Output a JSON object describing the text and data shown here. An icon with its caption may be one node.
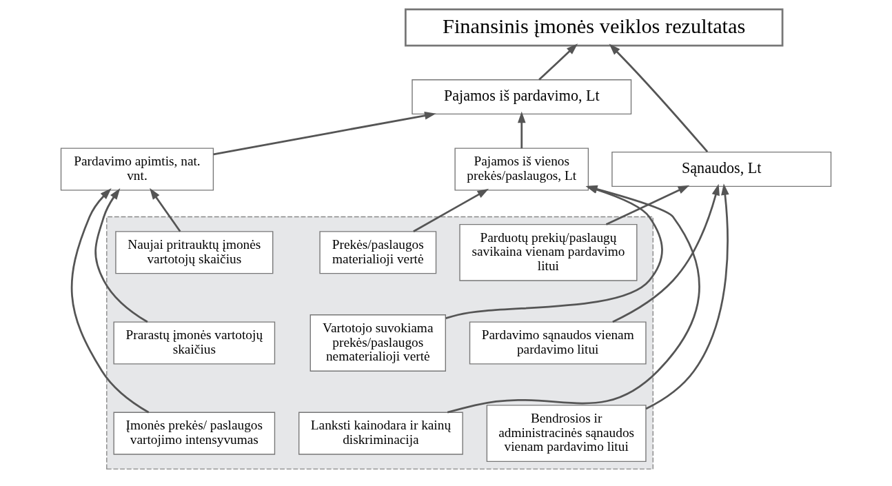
{
  "diagram": {
    "nodes": [
      {
        "text": [
          "Finansinis įmonės veiklos rezultatas"
        ]
      },
      {
        "text": [
          "Pajamos iš pardavimo, Lt"
        ]
      },
      {
        "text": [
          "Sąnaudos, Lt"
        ]
      },
      {
        "text": [
          "Pardavimo apimtis, nat. vnt."
        ]
      },
      {
        "text": [
          "Pajamos iš vienos prekės/paslaugos, Lt"
        ]
      },
      {
        "text": [],
        "shape": "box"
      },
      {
        "text": [
          "Naujai pritrauktų įmonės vartotojų skaičius"
        ],
        "in": 5
      },
      {
        "text": [
          "Prarastų įmonės vartotojų skaičius"
        ],
        "in": 5
      },
      {
        "text": [
          "Įmonės prekės/ paslaugos vartojimo intensyvumas"
        ],
        "in": 5
      },
      {
        "text": [
          "Prekės/paslaugos materialioji vertė"
        ],
        "in": 5
      },
      {
        "text": [
          "Vartotojo suvokiama prekės/paslaugos nematerialioji vertė"
        ],
        "in": 5
      },
      {
        "text": [
          "Lanksti kainodara ir kainų diskriminacija"
        ],
        "in": 5
      },
      {
        "text": [
          "Parduotų prekių/paslaugų savikaina vienam pardavimo litui"
        ],
        "in": 5
      },
      {
        "text": [
          "Pardavimo sąnaudos vienam pardavimo litui"
        ],
        "in": 5
      },
      {
        "text": [
          "Bendrosios ir administracinės sąnaudos vienam pardavimo litui"
        ],
        "in": 5
      }
    ],
    "edges": [
      {
        "from": 1,
        "to": 0,
        "arrow": "to"
      },
      {
        "from": 2,
        "to": 0,
        "arrow": "to"
      },
      {
        "from": 3,
        "to": 1,
        "arrow": "to"
      },
      {
        "from": 4,
        "to": 1,
        "arrow": "to"
      },
      {
        "from": 6,
        "to": 3,
        "arrow": "to"
      },
      {
        "from": 7,
        "to": 3,
        "arrow": "to"
      },
      {
        "from": 8,
        "to": 3,
        "arrow": "to"
      },
      {
        "from": 9,
        "to": 4,
        "arrow": "to"
      },
      {
        "from": 10,
        "to": 4,
        "arrow": "to"
      },
      {
        "from": 11,
        "to": 4,
        "arrow": "to"
      },
      {
        "from": 12,
        "to": 2,
        "arrow": "to"
      },
      {
        "from": 13,
        "to": 2,
        "arrow": "to"
      },
      {
        "from": 14,
        "to": 2,
        "arrow": "to"
      }
    ]
  }
}
